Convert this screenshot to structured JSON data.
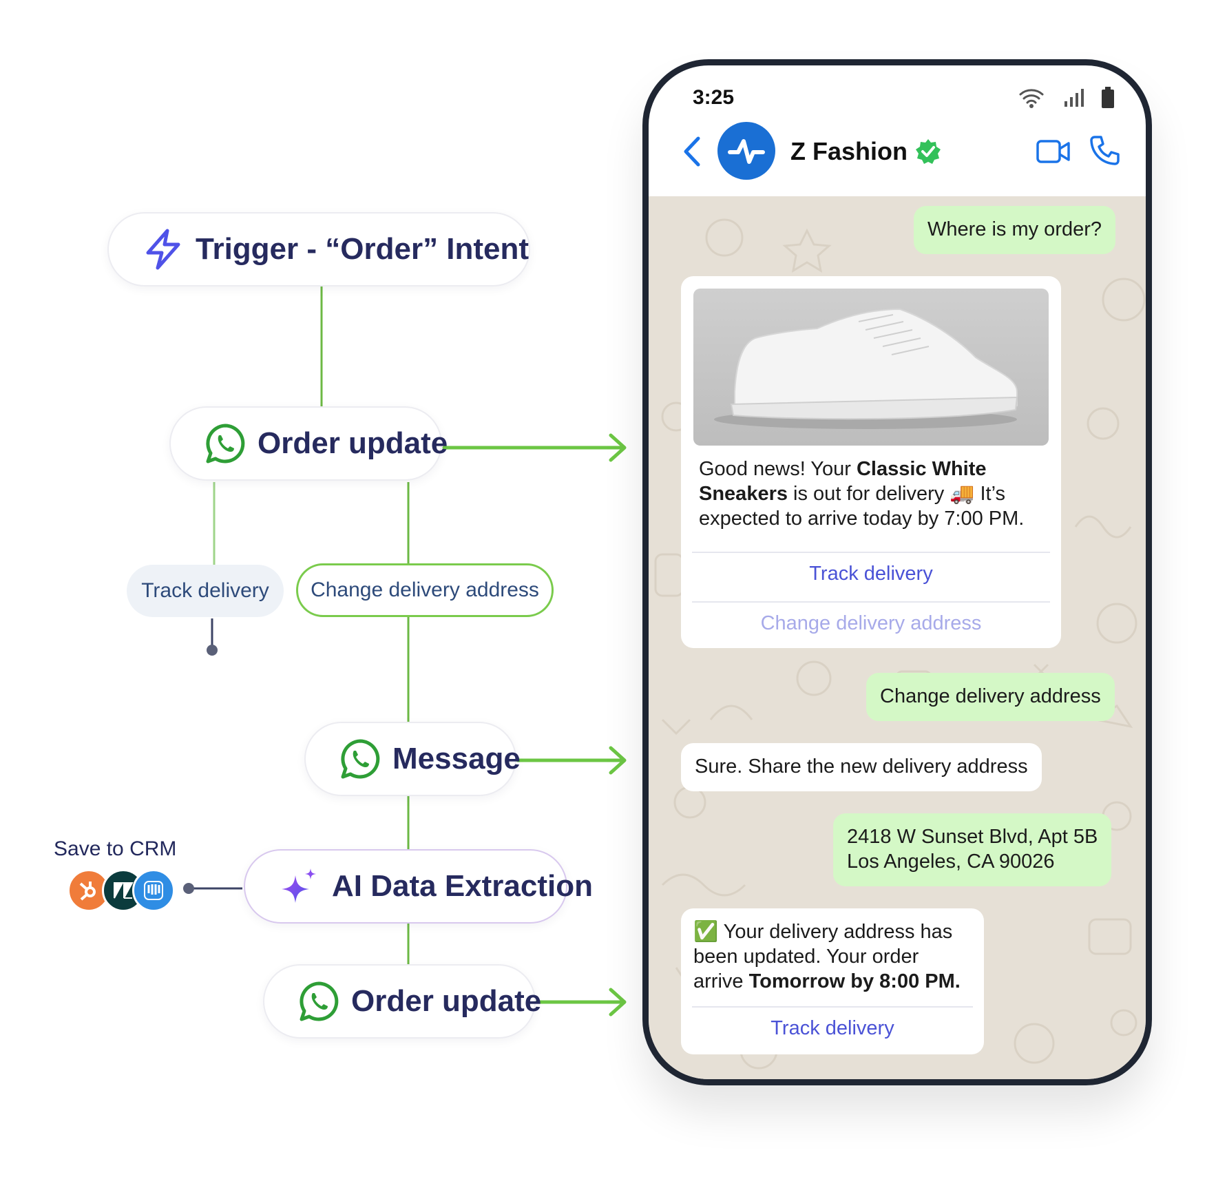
{
  "flow": {
    "trigger": {
      "label": "Trigger - “Order” Intent",
      "icon": "lightning-bolt-icon"
    },
    "order_update_1": {
      "label": "Order update",
      "icon": "whatsapp-icon"
    },
    "track_delivery": "Track delivery",
    "change_address": "Change delivery address",
    "message": {
      "label": "Message",
      "icon": "whatsapp-icon"
    },
    "ai_extraction": {
      "label": "AI Data Extraction",
      "icon": "sparkle-icon"
    },
    "order_update_2": {
      "label": "Order update",
      "icon": "whatsapp-icon"
    },
    "crm": {
      "label": "Save to CRM",
      "logos": [
        "hubspot-logo",
        "zendesk-logo",
        "intercom-logo"
      ]
    }
  },
  "colors": {
    "accent_green": "#6cc644",
    "whatsapp_green": "#2e9e36",
    "navy": "#262a5e",
    "purple": "#6a3fe0",
    "chat_bg": "#e6e0d6",
    "outgoing_bubble": "#d4f8c6",
    "link_blue": "#4a52d6"
  },
  "phone": {
    "status": {
      "time": "3:25",
      "icons": [
        "wifi-icon",
        "signal-icon",
        "battery-icon"
      ]
    },
    "header": {
      "name": "Z Fashion",
      "verified_icon": "verified-badge-icon",
      "back_icon": "chevron-left-icon",
      "video_icon": "video-call-icon",
      "call_icon": "phone-call-icon"
    },
    "messages": {
      "m1": "Where is my order?",
      "m2": {
        "image": "white-sneaker-photo",
        "t1": "Good news! Your ",
        "bold1": "Classic White Sneakers",
        "t2": " is out for delivery 🚚 It’s expected to arrive today by 7:00 PM.",
        "btn1": "Track delivery",
        "btn2": "Change delivery address"
      },
      "m3": "Change delivery address",
      "m4": "Sure. Share the new delivery address",
      "m5": {
        "line1": "2418 W Sunset Blvd, Apt 5B",
        "line2": "Los Angeles, CA 90026"
      },
      "m6": {
        "check": "✅",
        "t1": " Your delivery address has been updated. Your order arrive ",
        "bold1": "Tomorrow by 8:00 PM.",
        "btn1": "Track delivery"
      }
    }
  }
}
